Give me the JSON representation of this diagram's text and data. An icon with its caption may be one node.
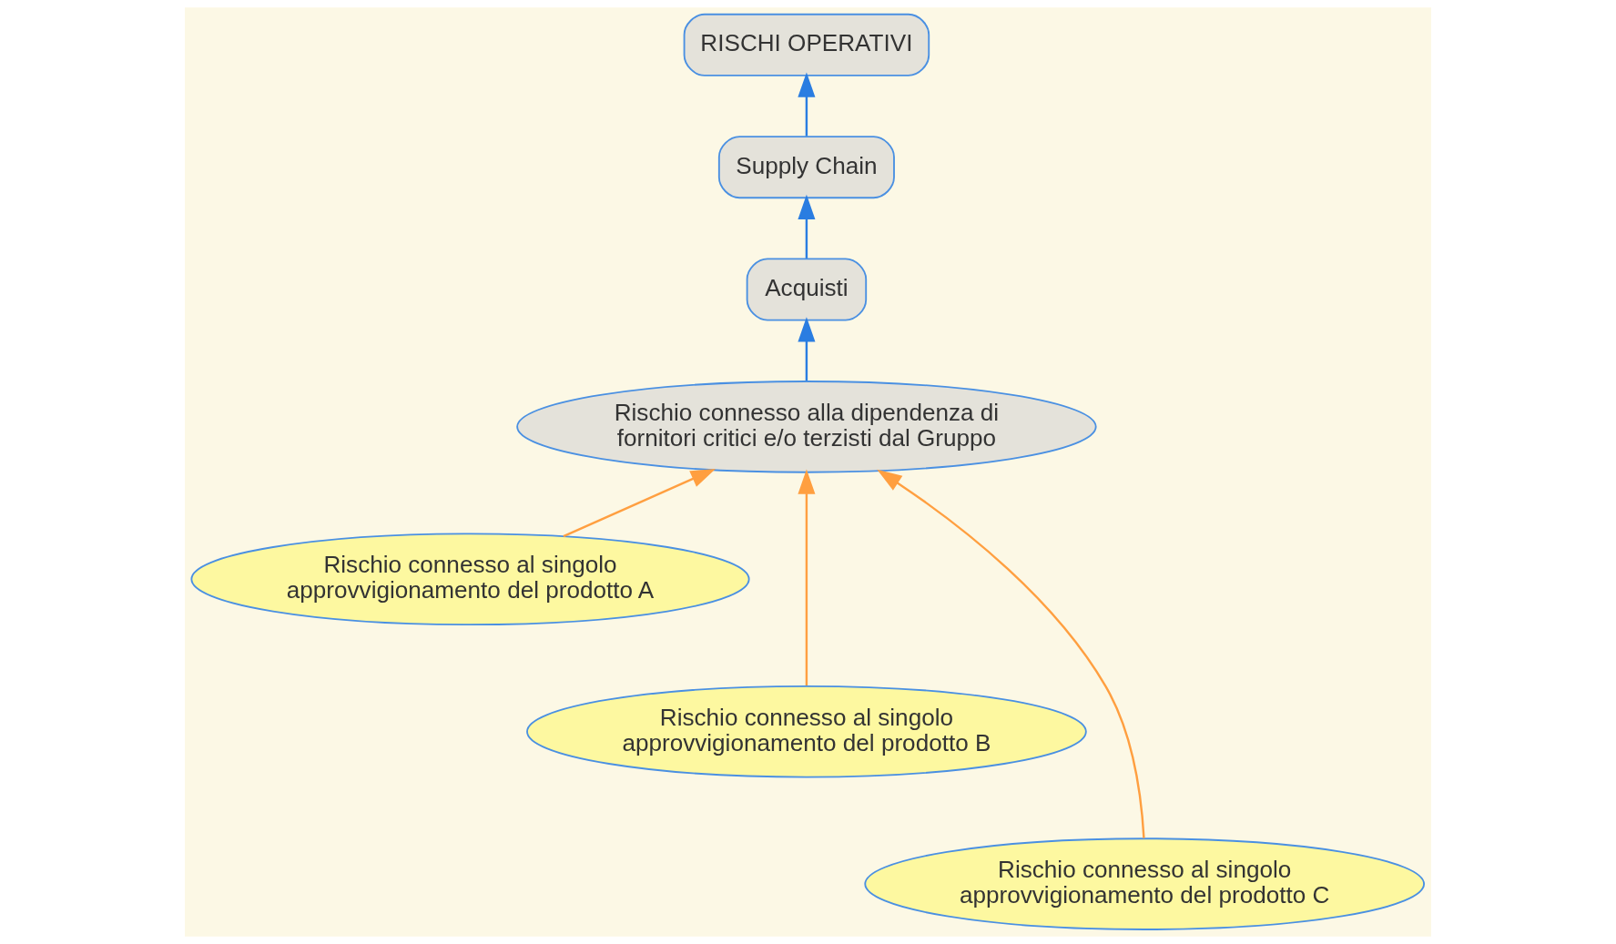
{
  "diagram": {
    "nodes": [
      {
        "text": [
          "RISCHI OPERATIVI"
        ]
      },
      {
        "text": [
          "Supply Chain"
        ]
      },
      {
        "text": [
          "Acquisti"
        ]
      },
      {
        "text": [
          "Rischio connesso alla dipendenza di fornitori critici e/o terzisti dal Gruppo"
        ]
      },
      {
        "text": [
          "Rischio connesso al singolo approvvigionamento del prodotto A"
        ]
      },
      {
        "text": [
          "Rischio connesso al singolo approvvigionamento del prodotto B"
        ]
      },
      {
        "text": [
          "Rischio connesso al singolo approvvigionamento del prodotto C"
        ]
      }
    ],
    "edges": [
      {
        "from": 1,
        "to": 0,
        "arrow": "to",
        "color": "#2a7de1"
      },
      {
        "from": 2,
        "to": 1,
        "arrow": "to",
        "color": "#2a7de1"
      },
      {
        "from": 3,
        "to": 2,
        "arrow": "to",
        "color": "#2a7de1"
      },
      {
        "from": 4,
        "to": 3,
        "arrow": "to",
        "color": "#ff9f40"
      },
      {
        "from": 5,
        "to": 3,
        "arrow": "to",
        "color": "#ff9f40"
      },
      {
        "from": 6,
        "to": 3,
        "arrow": "to",
        "color": "#ff9f40"
      }
    ]
  }
}
